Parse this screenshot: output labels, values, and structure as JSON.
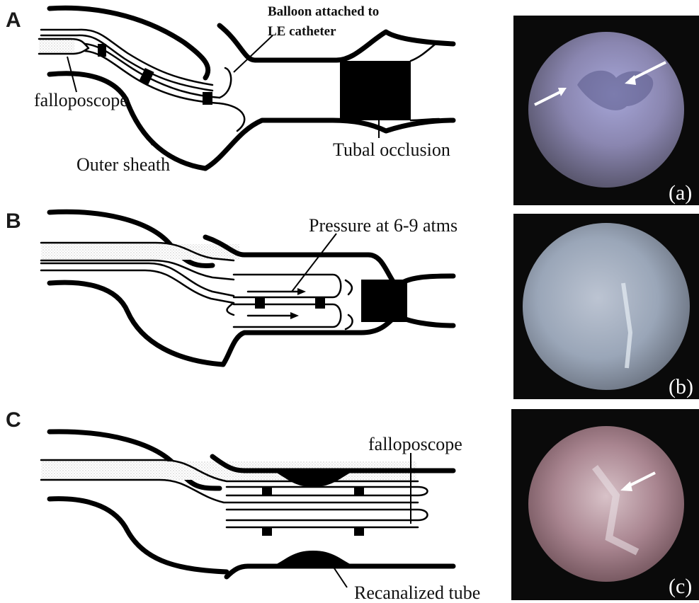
{
  "panels": {
    "A": {
      "letter": "A",
      "labels": {
        "balloon": [
          "Balloon attached to",
          "LE catheter"
        ],
        "falloposcope": "falloposcope",
        "outer_sheath": "Outer sheath",
        "tubal_occlusion": "Tubal occlusion"
      },
      "photo_caption": "(a)"
    },
    "B": {
      "letter": "B",
      "labels": {
        "pressure": "Pressure at 6-9 atms"
      },
      "photo_caption": "(b)"
    },
    "C": {
      "letter": "C",
      "labels": {
        "falloposcope": "falloposcope",
        "recanalized": "Recanalized tube"
      },
      "photo_caption": "(c)"
    }
  },
  "colors": {
    "line": "#000000",
    "photo_bg": "#0a0a0a",
    "photo_a": "#8c87b8",
    "photo_b": "#aeb8c8",
    "photo_c": "#b39095"
  }
}
